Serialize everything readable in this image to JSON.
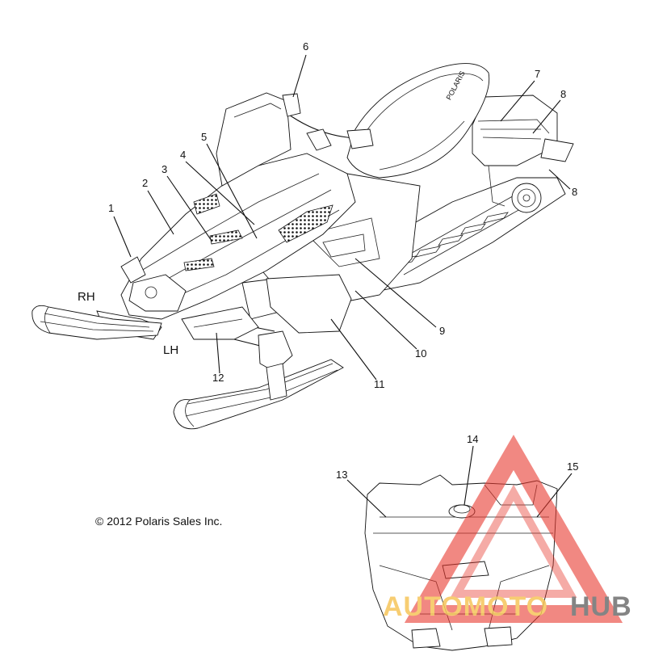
{
  "diagram": {
    "side_labels": {
      "right": "RH",
      "left": "LH"
    },
    "copyright": "© 2012 Polaris Sales Inc.",
    "callouts": [
      {
        "id": "c1",
        "number": "1"
      },
      {
        "id": "c2",
        "number": "2"
      },
      {
        "id": "c3",
        "number": "3"
      },
      {
        "id": "c4",
        "number": "4"
      },
      {
        "id": "c5",
        "number": "5"
      },
      {
        "id": "c6",
        "number": "6"
      },
      {
        "id": "c7",
        "number": "7"
      },
      {
        "id": "c8a",
        "number": "8"
      },
      {
        "id": "c8b",
        "number": "8"
      },
      {
        "id": "c9",
        "number": "9"
      },
      {
        "id": "c10",
        "number": "10"
      },
      {
        "id": "c11",
        "number": "11"
      },
      {
        "id": "c12",
        "number": "12"
      },
      {
        "id": "c13",
        "number": "13"
      },
      {
        "id": "c14",
        "number": "14"
      },
      {
        "id": "c15",
        "number": "15"
      }
    ]
  },
  "watermark": {
    "part1": "AUTOMOTO",
    "part2": "HUB",
    "colors": {
      "triangle": "#e8392f",
      "text_primary": "#f6c55a",
      "text_secondary": "#6f6f6f"
    }
  }
}
